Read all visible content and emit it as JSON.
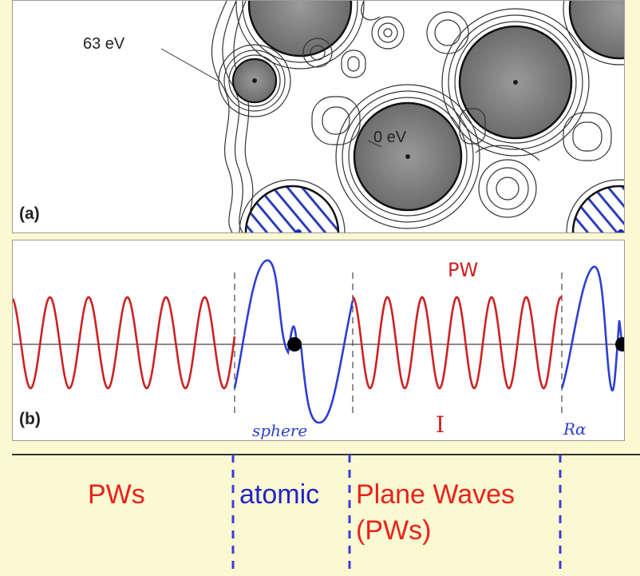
{
  "panel_a": {
    "label": "(a)",
    "annotation_high": "63 eV",
    "annotation_low": "0 eV"
  },
  "panel_b": {
    "label": "(b)",
    "pw_label": "PW",
    "sphere_label": "sphere",
    "interstitial_label": "I",
    "radius_label": "Rα"
  },
  "regions": {
    "left": "PWs",
    "atomic": "atomic",
    "plane_waves_line1": "Plane Waves",
    "plane_waves_line2": "(PWs)"
  },
  "colors": {
    "plane_wave": "#cc2222",
    "atomic_wave": "#2c3fd0",
    "hatch": "#2a3fb8",
    "divider": "#3b3bd6",
    "background": "#fbf9d2"
  }
}
